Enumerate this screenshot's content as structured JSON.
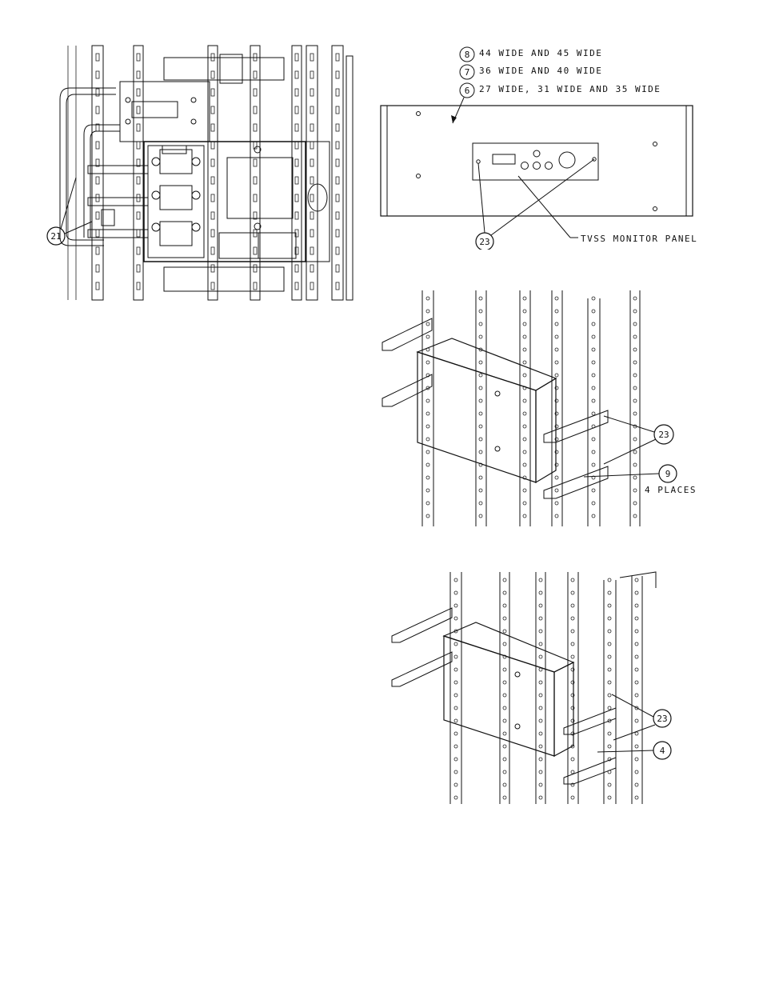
{
  "figure_a": {
    "callout_21": "21"
  },
  "figure_b": {
    "callouts": [
      {
        "num": "8",
        "text": "44 WIDE AND 45 WIDE"
      },
      {
        "num": "7",
        "text": "36 WIDE AND 40 WIDE"
      },
      {
        "num": "6",
        "text": "27 WIDE, 31 WIDE AND 35 WIDE"
      }
    ],
    "callout_23": "23",
    "monitor_label": "TVSS MONITOR PANEL"
  },
  "figure_c": {
    "callout_23": "23",
    "callout_9": "9",
    "places_text": "4 PLACES"
  },
  "figure_d": {
    "callout_23": "23",
    "callout_4": "4"
  }
}
